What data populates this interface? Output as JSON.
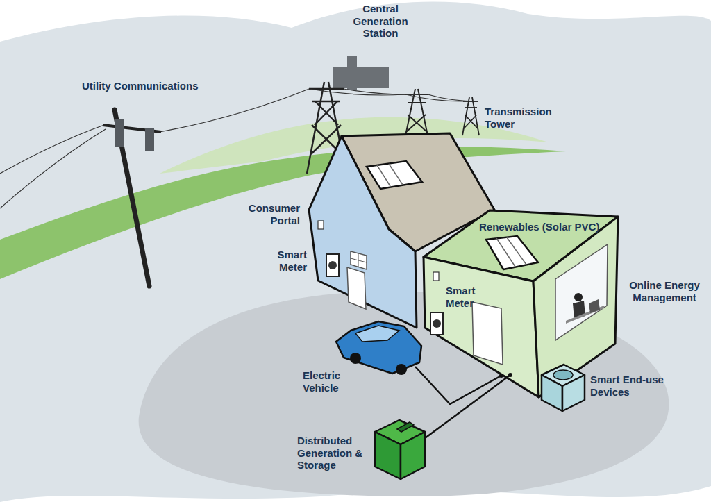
{
  "diagram": {
    "labels": [
      "Central Generation Station",
      "Utility Communications",
      "Transmission Tower",
      "Consumer Portal",
      "Smart Meter",
      "Renewables (Solar PVC)",
      "Smart Meter",
      "Online Energy Management",
      "Electric Vehicle",
      "Smart End-use Devices",
      "Distributed Generation & Storage"
    ]
  }
}
